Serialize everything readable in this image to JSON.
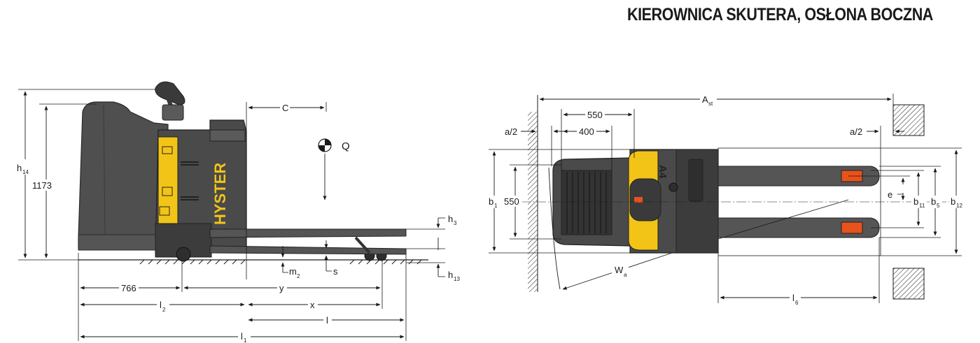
{
  "title": "KIEROWNICA SKUTERA, OSŁONA BOCZNA",
  "brand": "HYSTER",
  "model_badge": "A4",
  "colors": {
    "body": "#4a4a4a",
    "dark": "#2e2e2e",
    "yellow": "#f2c418",
    "orange": "#e8521c",
    "line": "#1a1a1a"
  },
  "side_view": {
    "h14": {
      "main": "h",
      "sub": "14"
    },
    "height_1173": "1173",
    "C": "C",
    "Q": "Q",
    "h3": {
      "main": "h",
      "sub": "3"
    },
    "m2": {
      "main": "m",
      "sub": "2"
    },
    "s": "s",
    "h13": {
      "main": "h",
      "sub": "13"
    },
    "d766": "766",
    "y": "y",
    "l2": {
      "main": "l",
      "sub": "2"
    },
    "x": "x",
    "l": "l",
    "l1": {
      "main": "l",
      "sub": "1"
    }
  },
  "top_view": {
    "Ast": {
      "main": "A",
      "sub": "st"
    },
    "d550_top": "550",
    "d400": "400",
    "a2_left": "a/2",
    "a2_right": "a/2",
    "b1": {
      "main": "b",
      "sub": "1"
    },
    "d550_left": "550",
    "e": "e",
    "b11": {
      "main": "b",
      "sub": "11"
    },
    "b5": {
      "main": "b",
      "sub": "5"
    },
    "b12": {
      "main": "b",
      "sub": "12"
    },
    "Wa": {
      "main": "W",
      "sub": "a"
    },
    "l6": {
      "main": "l",
      "sub": "6"
    }
  }
}
